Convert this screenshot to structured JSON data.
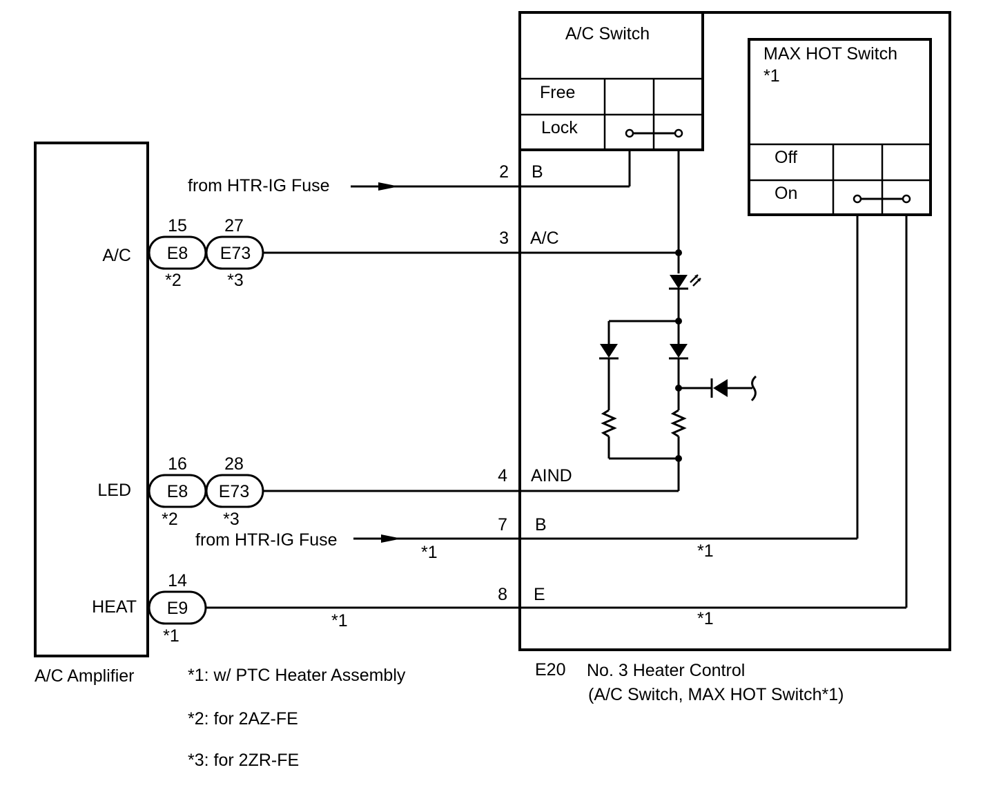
{
  "switch_unit": {
    "connector": "E20",
    "name_line1": "No. 3 Heater Control",
    "name_line2": "(A/C Switch, MAX HOT Switch*1)"
  },
  "ac_switch": {
    "title": "A/C Switch",
    "row_free": "Free",
    "row_lock": "Lock"
  },
  "max_hot_switch": {
    "title": "MAX HOT Switch",
    "note": "*1",
    "row_off": "Off",
    "row_on": "On"
  },
  "amplifier": {
    "name": "A/C Amplifier",
    "pin_ac": "A/C",
    "pin_led": "LED",
    "pin_heat": "HEAT"
  },
  "fuse_labels": {
    "top": "from HTR-IG Fuse",
    "bottom": "from HTR-IG Fuse"
  },
  "terminals": {
    "t2_num": "2",
    "t2_name": "B",
    "t3_num": "3",
    "t3_name": "A/C",
    "t4_num": "4",
    "t4_name": "AIND",
    "t7_num": "7",
    "t7_name": "B",
    "t8_num": "8",
    "t8_name": "E"
  },
  "connectors": {
    "ac_e8": "E8",
    "ac_e8_pin": "15",
    "ac_e8_note": "*2",
    "ac_e73": "E73",
    "ac_e73_pin": "27",
    "ac_e73_note": "*3",
    "led_e8": "E8",
    "led_e8_pin": "16",
    "led_e8_note": "*2",
    "led_e73": "E73",
    "led_e73_pin": "28",
    "led_e73_note": "*3",
    "heat_e9": "E9",
    "heat_e9_pin": "14",
    "heat_e9_note": "*1"
  },
  "wire_notes": {
    "b_left": "*1",
    "b_right": "*1",
    "e_left": "*1",
    "e_right": "*1"
  },
  "footnotes": {
    "n1": "*1: w/ PTC Heater Assembly",
    "n2": "*2: for 2AZ-FE",
    "n3": "*3: for 2ZR-FE"
  }
}
